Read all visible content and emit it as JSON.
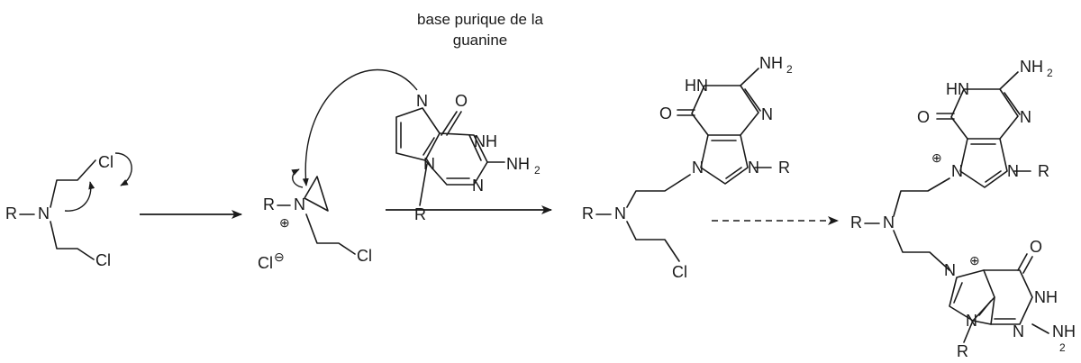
{
  "caption": {
    "line1": "base purique de la",
    "line2": "guanine"
  },
  "atoms": {
    "R": "R",
    "N": "N",
    "Cl": "Cl",
    "O": "O",
    "NH": "NH",
    "HN": "HN",
    "NH2": "NH",
    "sub2": "2"
  },
  "charges": {
    "plus": "⊕",
    "minus": "⊖"
  },
  "icons": {
    "reaction_arrow": "solid-arrow",
    "dashed_arrow": "dashed-arrow",
    "electron_push": "curved-arrow"
  }
}
